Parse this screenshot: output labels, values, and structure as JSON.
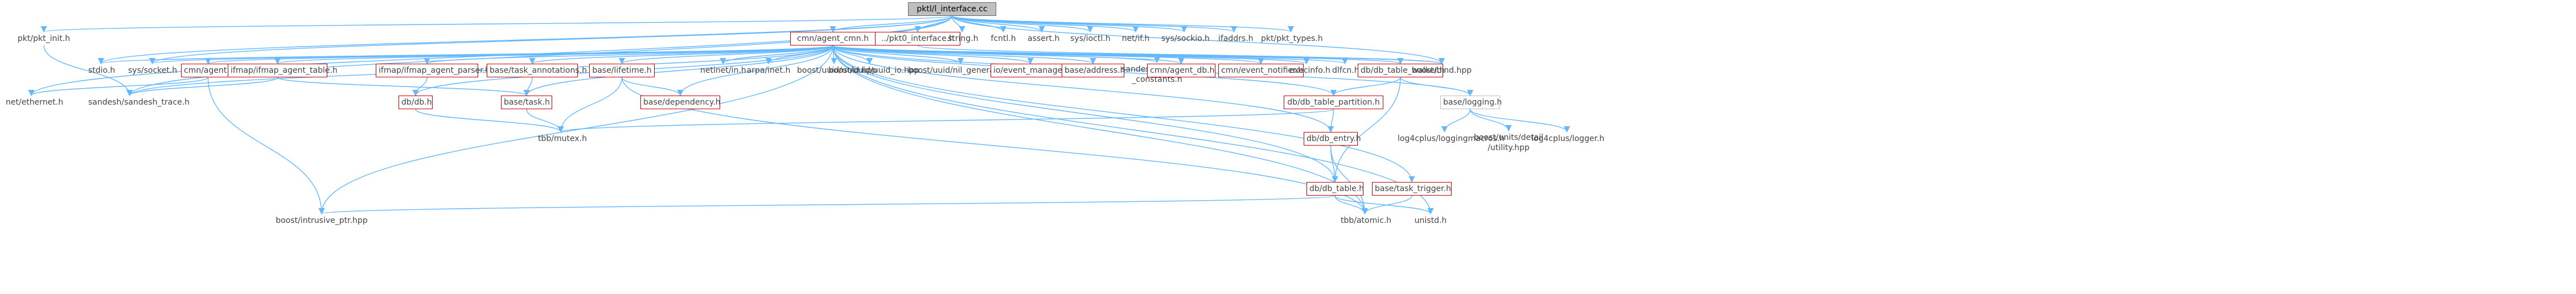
{
  "edge_color": "#63B8FF",
  "nodes": {
    "root": "pktl/l_interface.cc",
    "pkt_init": "pkt/pkt_init.h",
    "cmn_agent_cmn": "cmn/agent_cmn.h",
    "pkt0_interface": "../pkt0_interface.h",
    "string": "string.h",
    "fcntl": "fcntl.h",
    "assert": "assert.h",
    "sys_ioctl": "sys/ioctl.h",
    "net_if": "net/if.h",
    "sys_sockio": "sys/sockio.h",
    "ifaddrs": "ifaddrs.h",
    "pkt_types": "pkt/pkt_types.h",
    "stdio": "stdio.h",
    "sys_socket": "sys/socket.h",
    "cmn_agent": "cmn/agent.h",
    "ifmap_agent_table": "ifmap/ifmap_agent_table.h",
    "ifmap_agent_parser": "ifmap/ifmap_agent_parser.h",
    "task_annotations": "base/task_annotations.h",
    "base_lifetime": "base/lifetime.h",
    "netinet_in": "netinet/in.h",
    "arpa_inet": "arpa/inet.h",
    "boost_uuid": "boost/uuid/uuid.hpp",
    "boost_uuid_io": "boost/uuid/uuid_io.hpp",
    "boost_uuid_gen": "boost/uuid/nil_generator.hpp",
    "event_manager": "io/event_manager.h",
    "base_address": "base/address.h",
    "sandesh_constants_1": "sandesh/common/vns",
    "sandesh_constants_2": "_constants.h",
    "cmn_agent_db": "cmn/agent_db.h",
    "event_notifier": "cmn/event_notifier.h",
    "execinfo": "execinfo.h",
    "dlfcn": "dlfcn.h",
    "db_table_walker": "db/db_table_walker.h",
    "boost_bind": "boost/bind.hpp",
    "net_ethernet": "net/ethernet.h",
    "sandesh_trace": "sandesh/sandesh_trace.h",
    "db_db": "db/db.h",
    "base_task": "base/task.h",
    "base_dependency": "base/dependency.h",
    "db_table_partition": "db/db_table_partition.h",
    "base_logging": "base/logging.h",
    "tbb_mutex": "tbb/mutex.h",
    "db_entry": "db/db_entry.h",
    "log4_macros": "log4cplus/loggingmacros.h",
    "boost_units_1": "boost/units/detail",
    "boost_units_2": "/utility.hpp",
    "log4_logger": "log4cplus/logger.h",
    "db_table": "db/db_table.h",
    "task_trigger": "base/task_trigger.h",
    "intrusive_ptr": "boost/intrusive_ptr.hpp",
    "tbb_atomic": "tbb/atomic.h",
    "unistd": "unistd.h"
  }
}
